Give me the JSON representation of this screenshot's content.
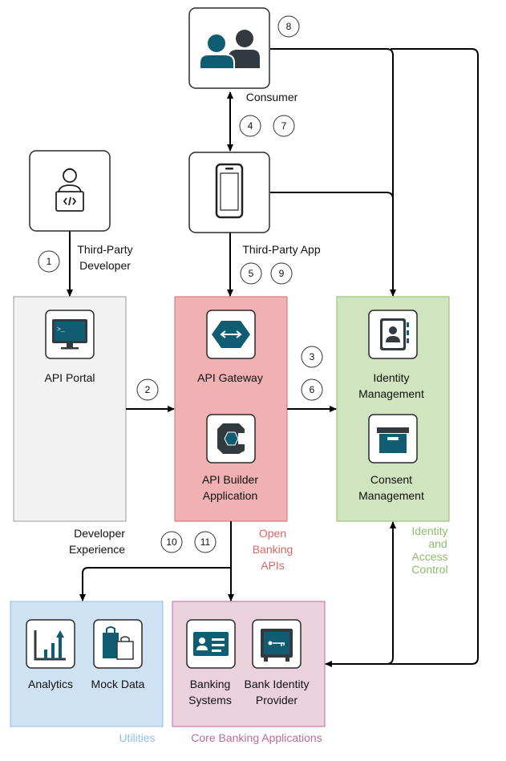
{
  "nodes": {
    "consumer": "Consumer",
    "developer": [
      "Third-Party",
      "Developer"
    ],
    "app": "Third-Party App",
    "api_portal": "API Portal",
    "api_gateway": "API Gateway",
    "api_builder": [
      "API Builder",
      "Application"
    ],
    "identity_mgmt": [
      "Identity",
      "Management"
    ],
    "consent_mgmt": [
      "Consent",
      "Management"
    ],
    "analytics": "Analytics",
    "mock_data": "Mock Data",
    "banking_systems": [
      "Banking",
      "Systems"
    ],
    "bank_idp": [
      "Bank Identity",
      "Provider"
    ]
  },
  "groups": {
    "developer_experience": [
      "Developer",
      "Experience"
    ],
    "open_banking": [
      "Open",
      "Banking",
      "APIs"
    ],
    "iam": [
      "Identity",
      "and",
      "Access",
      "Control"
    ],
    "utilities": "Utilities",
    "core_banking": "Core Banking Applications"
  },
  "steps": [
    "1",
    "2",
    "3",
    "4",
    "5",
    "6",
    "7",
    "8",
    "9",
    "10",
    "11"
  ],
  "colors": {
    "portal_fill": "#f2f2f2",
    "gateway_fill": "#efb1b1",
    "iam_fill": "#cfe4bf",
    "utilities_fill": "#cfe2f3",
    "core_fill": "#ead1dc",
    "icon_teal": "#0f5c73"
  }
}
